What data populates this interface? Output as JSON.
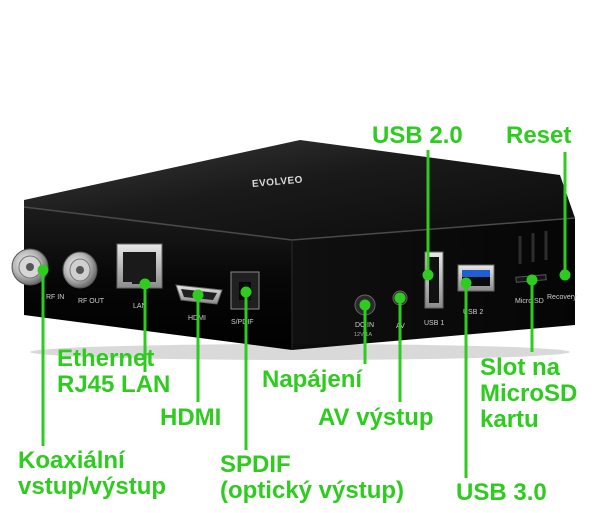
{
  "device": {
    "brand_logo": "EVOLVEO",
    "port_labels": {
      "rf_in": "RF IN",
      "rf_out": "RF OUT",
      "lan": "LAN",
      "hdmi": "HDMI",
      "spdif": "S/PDIF",
      "dc_in_1": "DC IN",
      "dc_in_2": "12V 1A",
      "av": "AV",
      "usb1": "USB 1",
      "usb2": "USB 2",
      "microsd": "Micro SD",
      "recovery": "Recovery"
    }
  },
  "callouts": {
    "usb20": "USB 2.0",
    "reset": "Reset",
    "ethernet_line1": "Ethernet",
    "ethernet_line2": "RJ45 LAN",
    "hdmi": "HDMI",
    "napajeni": "Napájení",
    "slot_line1": "Slot na",
    "slot_line2": "MicroSD",
    "slot_line3": "kartu",
    "av": "AV výstup",
    "coax_line1": "Koaxiální",
    "coax_line2": "vstup/výstup",
    "spdif_line1": "SPDIF",
    "spdif_line2": "(optický výstup)",
    "usb30": "USB 3.0"
  },
  "colors": {
    "callout_green": "#2ecc1f",
    "box_body": "#0b0b0b",
    "usb3_blue": "#1e5fd6"
  }
}
